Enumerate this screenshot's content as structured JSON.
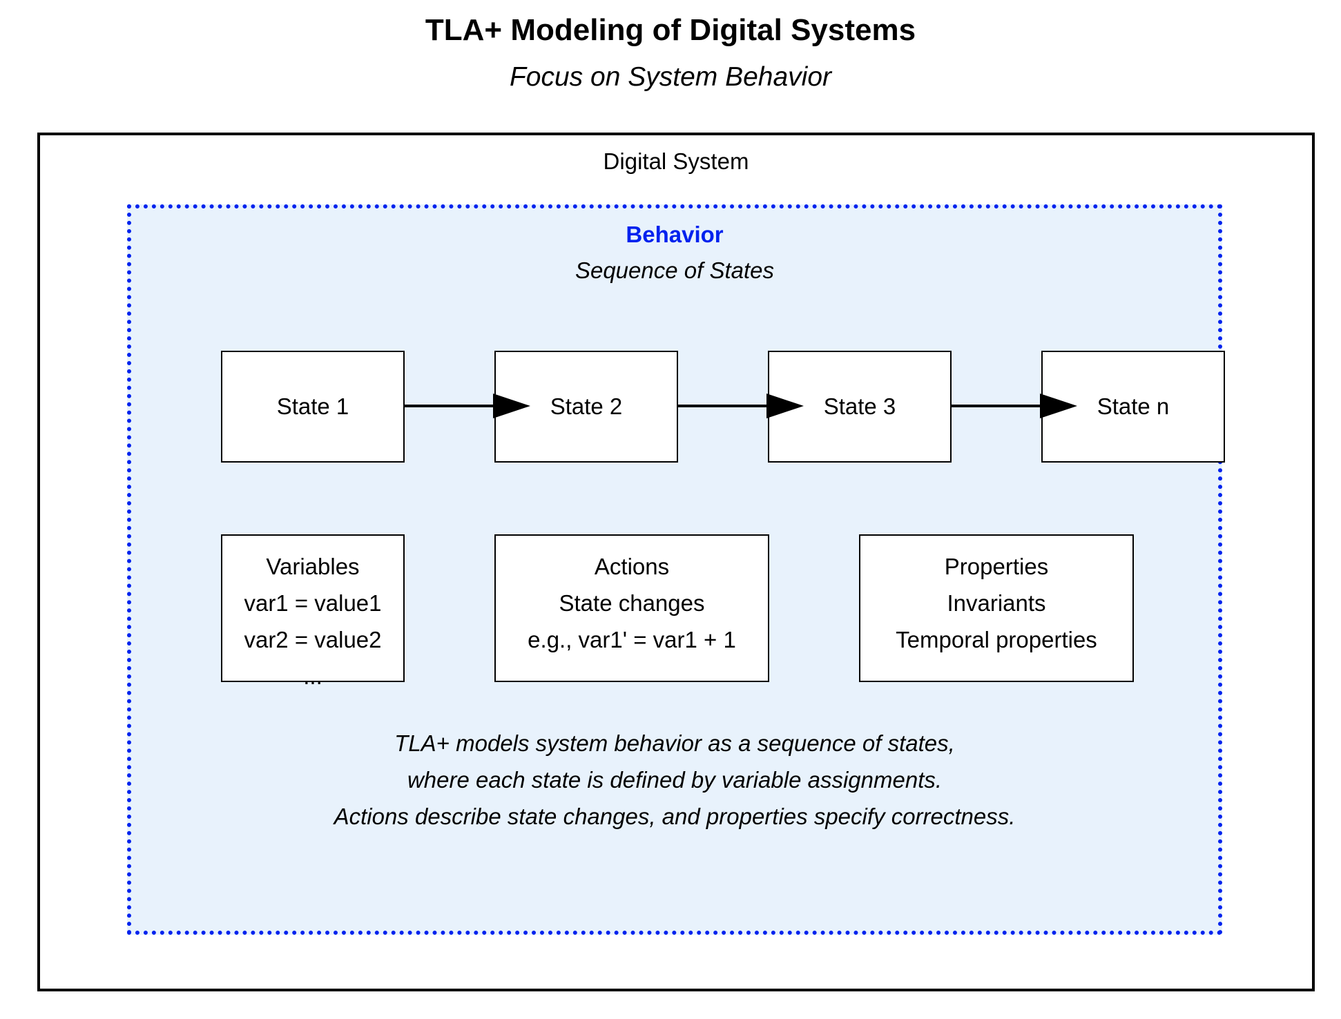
{
  "header": {
    "title": "TLA+ Modeling of Digital Systems",
    "subtitle": "Focus on System Behavior"
  },
  "system": {
    "label": "Digital System"
  },
  "behavior": {
    "title": "Behavior",
    "subtitle": "Sequence of States",
    "border_color": "#0022ee",
    "fill_color": "#e8f2fc"
  },
  "states": [
    {
      "label": "State 1"
    },
    {
      "label": "State 2"
    },
    {
      "label": "State 3"
    },
    {
      "label": "State n"
    }
  ],
  "variables": {
    "lines": [
      "Variables",
      "var1 = value1",
      "var2 = value2",
      "..."
    ]
  },
  "actions": {
    "lines": [
      "Actions",
      "State changes",
      "e.g., var1' = var1 + 1"
    ]
  },
  "properties": {
    "lines": [
      "Properties",
      "Invariants",
      "Temporal properties"
    ]
  },
  "description": {
    "lines": [
      "TLA+ models system behavior as a sequence of states,",
      "where each state is defined by variable assignments.",
      "Actions describe state changes, and properties specify correctness."
    ]
  },
  "edges": [
    {
      "from": "State 1",
      "to": "State 2"
    },
    {
      "from": "State 2",
      "to": "State 3"
    },
    {
      "from": "State 3",
      "to": "State n"
    }
  ]
}
